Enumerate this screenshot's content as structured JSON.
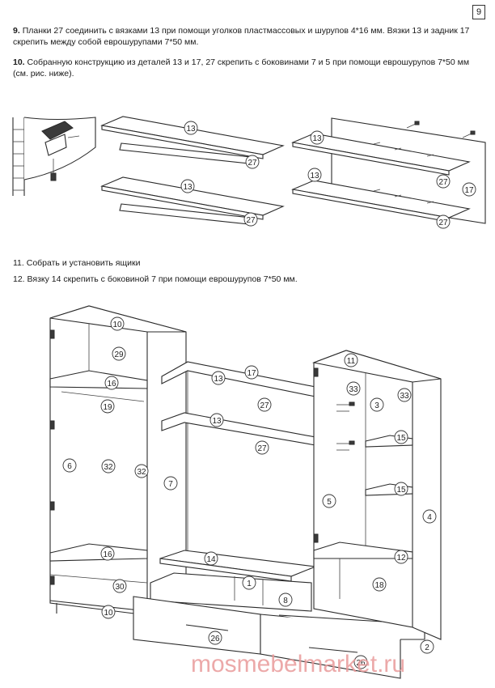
{
  "page_number": "9",
  "step9": {
    "number": "9.",
    "text": "Планки 27 соединить с вязками 13 при помощи уголков пластмассовых и шурупов 4*16 мм. Вязки 13 и задник 17 скрепить между собой еврошурупами 7*50 мм."
  },
  "step10": {
    "number": "10.",
    "text": "Собранную конструкцию из деталей 13 и 17, 27 скрепить с боковинами 7 и 5 при помощи еврошурупов 7*50 мм (см. рис. ниже)."
  },
  "step11": {
    "text": "11. Собрать и установить ящики"
  },
  "step12": {
    "text": "12. Вязку 14 скрепить с боковиной 7 при помощи еврошурупов 7*50 мм."
  },
  "labels": {
    "top_shelf_a": "13",
    "top_shelf_a_strip": "27",
    "top_shelf_b": "13",
    "top_shelf_b_strip": "27",
    "panel_shelf_a": "13",
    "panel_shelf_a_strip": "27",
    "panel_shelf_b": "13",
    "panel_shelf_b_strip": "27",
    "panel_back": "17",
    "p10": "10",
    "p29": "29",
    "p16a": "16",
    "p19": "19",
    "p6": "6",
    "p32a": "32",
    "p32b": "32",
    "p16b": "16",
    "p30": "30",
    "p10b": "10",
    "p7": "7",
    "p13a": "13",
    "p17": "17",
    "p27a": "27",
    "p13b": "13",
    "p27b": "27",
    "p14": "14",
    "p1": "1",
    "p8": "8",
    "p26a": "26",
    "p26b": "26",
    "p11": "11",
    "p33a": "33",
    "p3": "3",
    "p33b": "33",
    "p15a": "15",
    "p15b": "15",
    "p5": "5",
    "p4": "4",
    "p12": "12",
    "p18": "18",
    "p2": "2"
  },
  "watermark": "mosmebelmarket.ru"
}
